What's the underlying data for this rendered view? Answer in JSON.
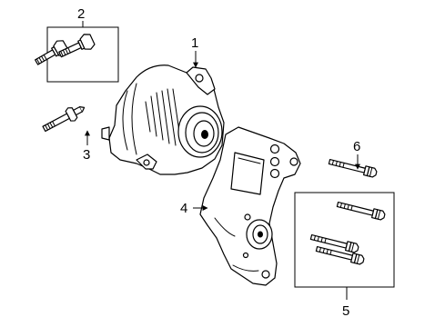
{
  "callouts": {
    "c1": "1",
    "c2": "2",
    "c3": "3",
    "c4": "4",
    "c5": "5",
    "c6": "6"
  },
  "parts": [
    {
      "id": "1",
      "icon": "alternator-icon"
    },
    {
      "id": "2",
      "icon": "bolt-pair-icon"
    },
    {
      "id": "3",
      "icon": "stud-bolt-icon"
    },
    {
      "id": "4",
      "icon": "mounting-bracket-icon"
    },
    {
      "id": "5",
      "icon": "bolt-set-icon"
    },
    {
      "id": "6",
      "icon": "bolt-icon"
    }
  ]
}
